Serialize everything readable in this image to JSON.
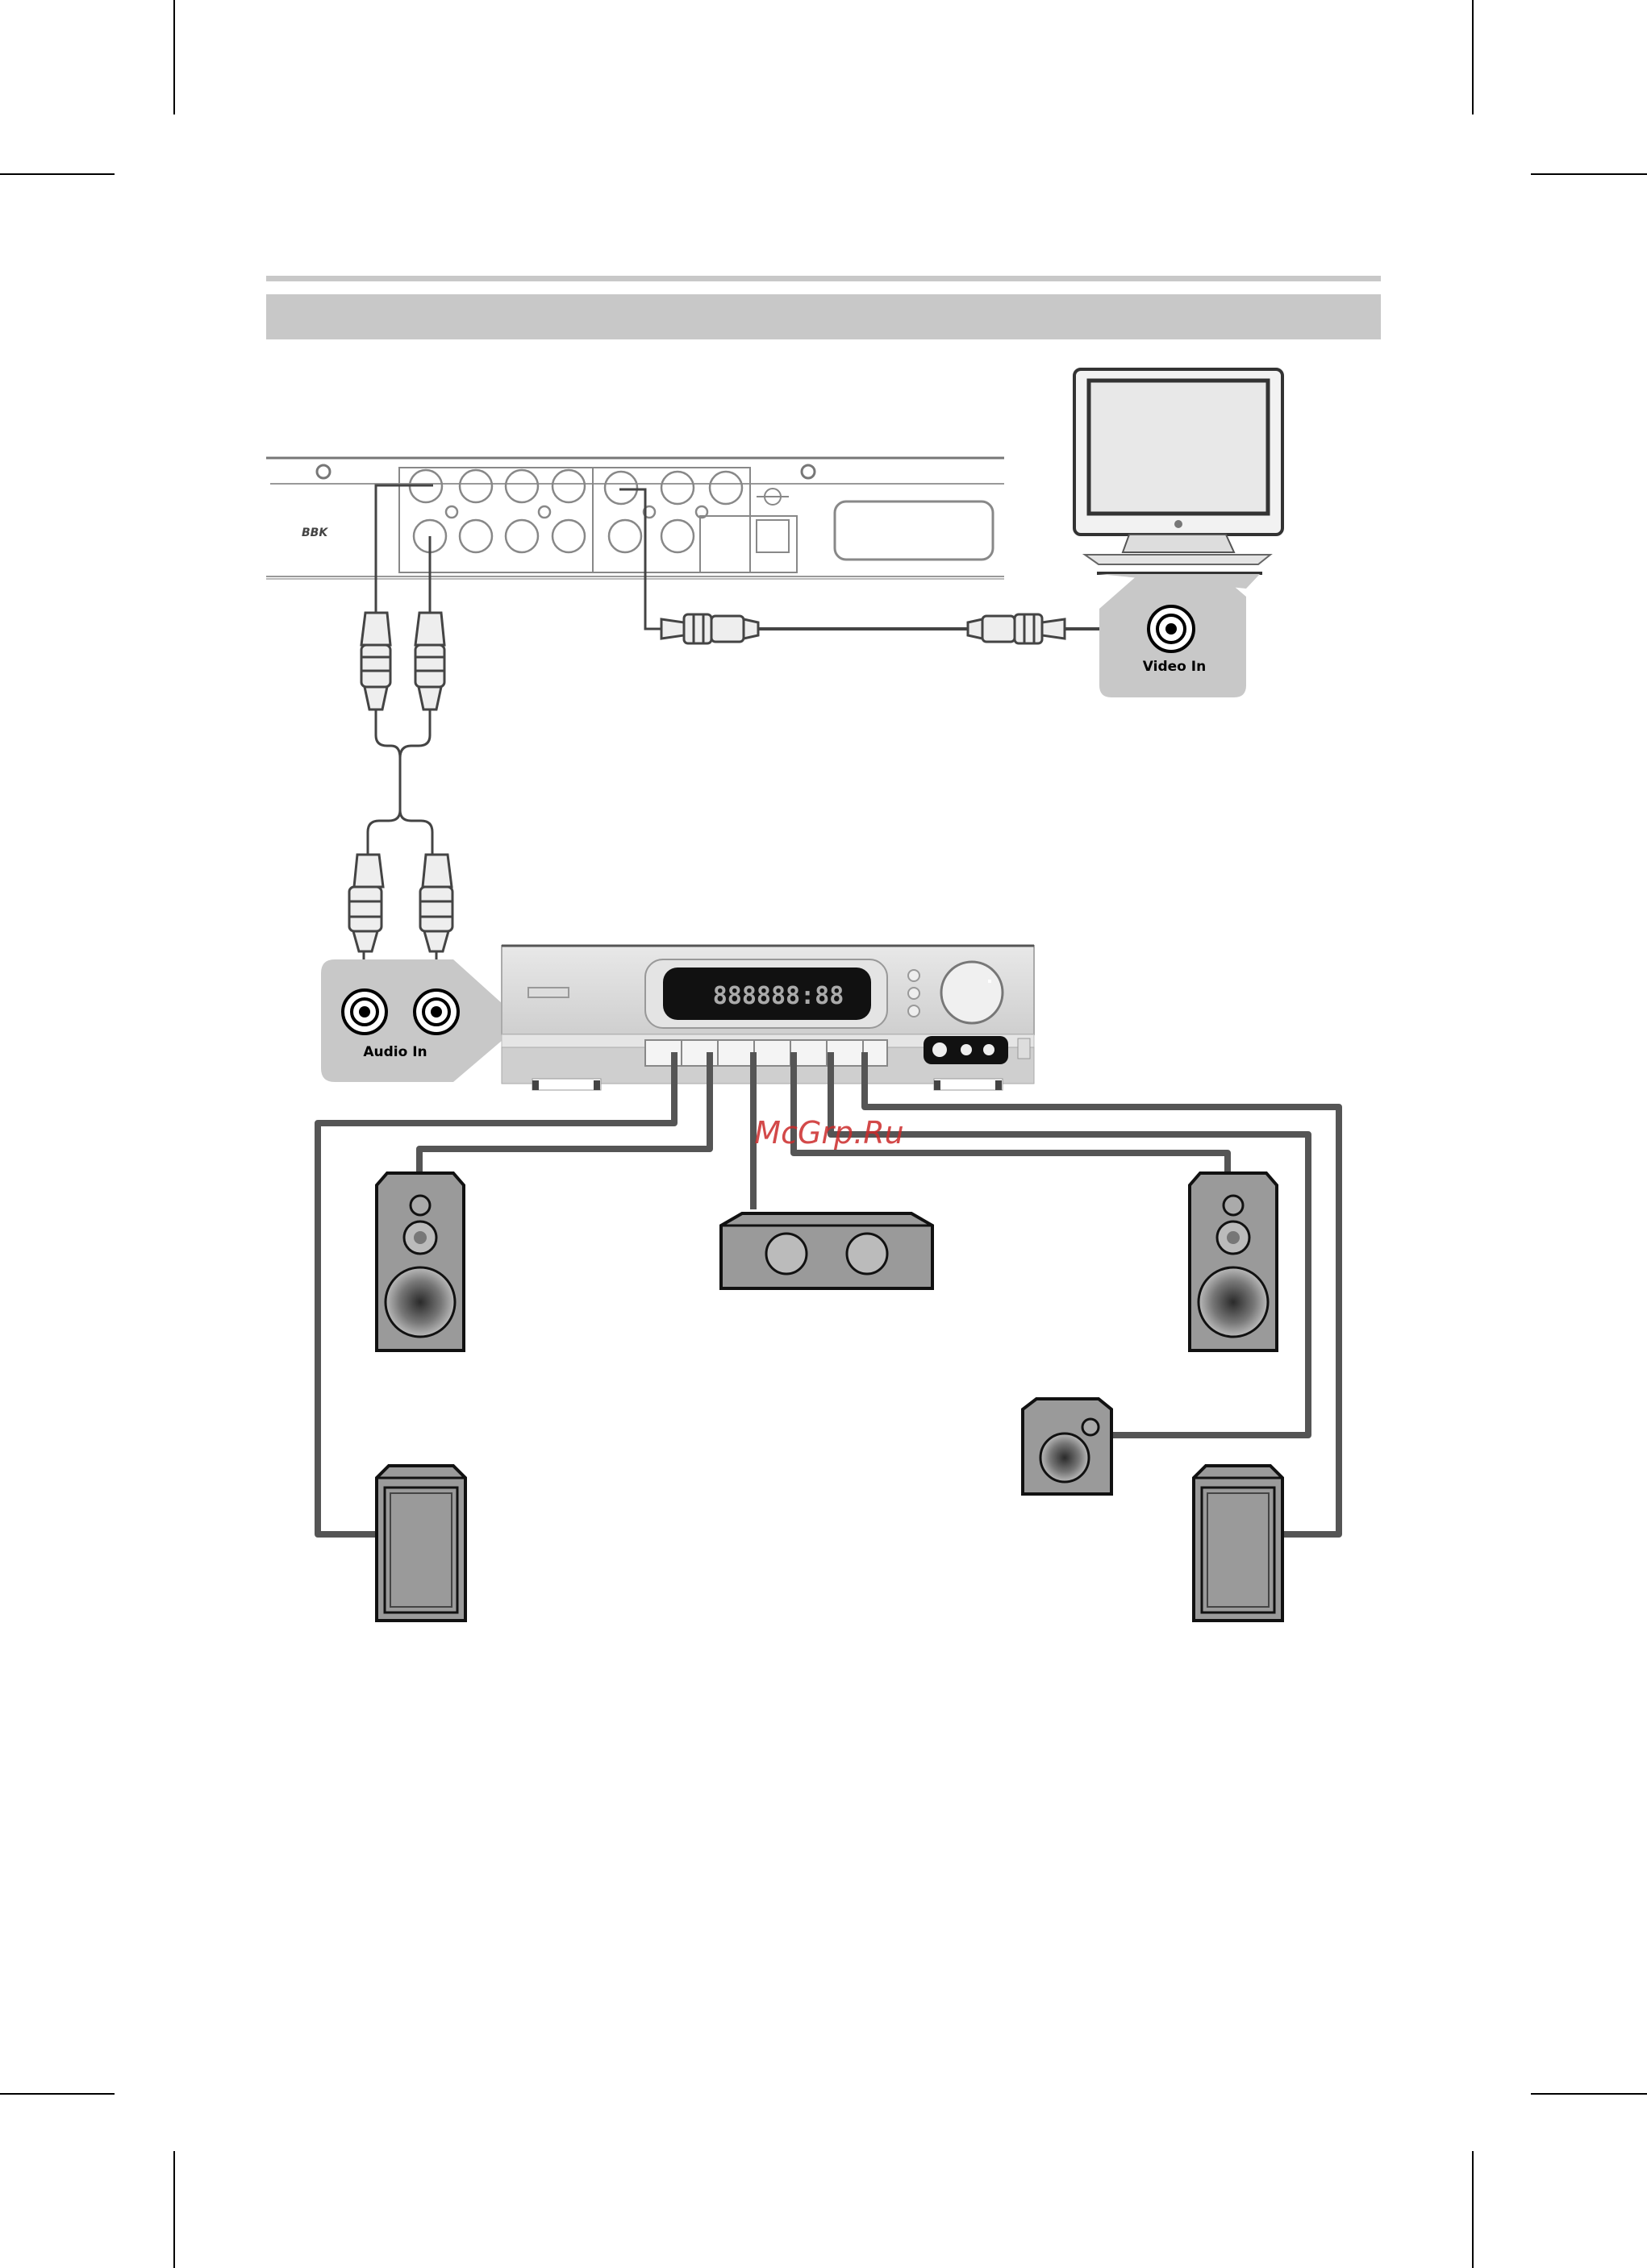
{
  "player": {
    "brand": "BBK"
  },
  "tv": {
    "jack_label": "Video In"
  },
  "receiver": {
    "jack_label": "Audio In",
    "display_text": "888888:88"
  },
  "watermark": "McGrp.Ru",
  "colors": {
    "panel_gray": "#c8c8c8",
    "wire": "#555555",
    "speaker_fill": "#9a9a9a",
    "watermark": "#cc2a2a"
  }
}
